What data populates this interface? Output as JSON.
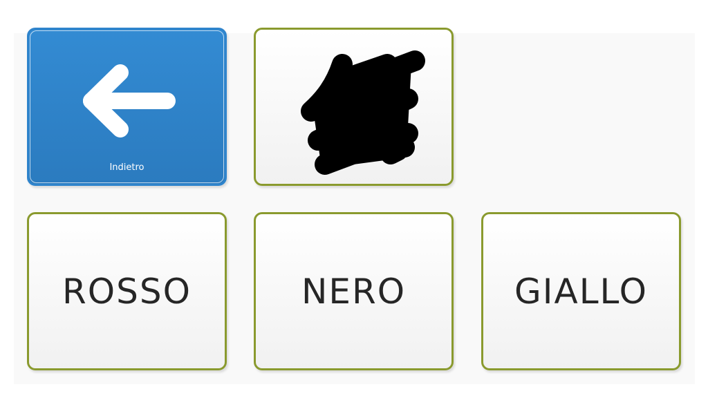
{
  "tiles": {
    "back": {
      "label": "Indietro",
      "icon": "arrow-left-icon",
      "color": "#2f84cc"
    },
    "black_symbol": {
      "icon": "black-scribble-icon"
    },
    "words": [
      "ROSSO",
      "NERO",
      "GIALLO"
    ]
  },
  "colors": {
    "border": "#8a9a2e",
    "text": "#262626"
  }
}
